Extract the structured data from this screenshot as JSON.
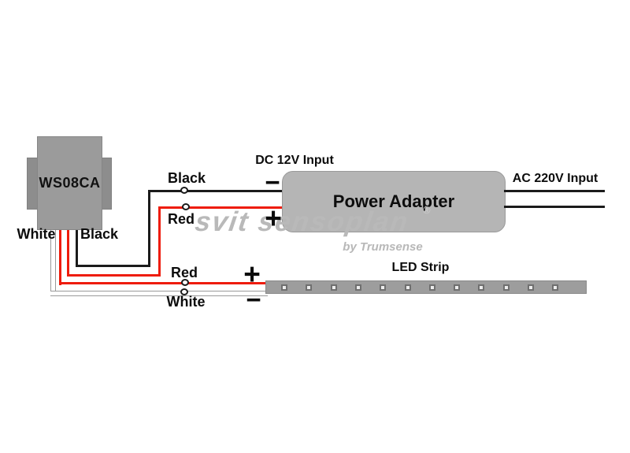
{
  "module": {
    "name": "WS08CA",
    "left_wire_label": "White",
    "right_wire_label": "Black"
  },
  "dc": {
    "title": "DC 12V Input",
    "minus": "−",
    "plus": "+",
    "black_wire_label": "Black",
    "red_wire_label": "Red"
  },
  "adapter": {
    "title": "Power Adapter"
  },
  "ac": {
    "title": "AC 220V Input"
  },
  "led": {
    "title": "LED Strip",
    "plus": "+",
    "minus": "−",
    "red_wire_label": "Red",
    "white_wire_label": "White",
    "chip_count": 12
  },
  "watermark": {
    "brand": "svit sensoplan",
    "registered": "®",
    "byline": "by Trumsense"
  },
  "colors": {
    "red_wire": "#ee1c0c",
    "black_wire": "#1b1b1b",
    "module_fill": "#9b9b9b",
    "adapter_fill": "#b5b5b5",
    "strip_fill": "#9d9d9d"
  }
}
